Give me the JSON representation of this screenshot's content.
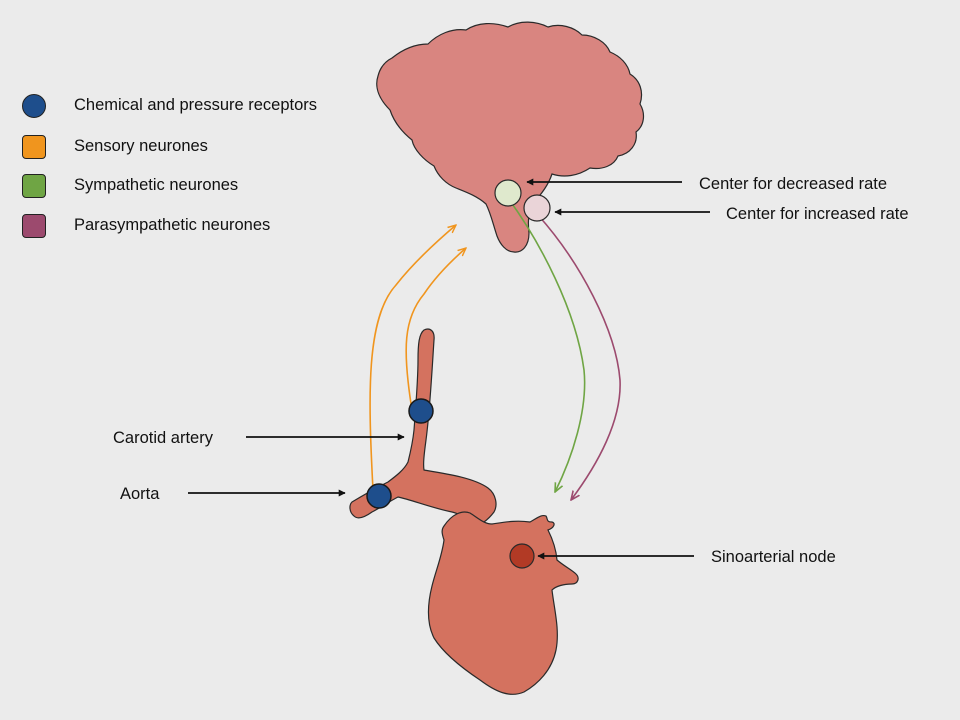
{
  "colors": {
    "background": "#ebebeb",
    "organ": "#d4725f",
    "brain": "#d98580",
    "receptor": "#1e4e8c",
    "sensory": "#f0951e",
    "sympathetic": "#6fa544",
    "parasympathetic": "#9c4a6e",
    "sa_node": "#b23a25",
    "center_decreased": "#dfe9cd",
    "center_increased": "#ead4d8"
  },
  "legend": {
    "items": [
      {
        "label": "Chemical and pressure receptors",
        "shape": "circle",
        "color": "#1e4e8c"
      },
      {
        "label": "Sensory neurones",
        "shape": "square",
        "color": "#f0951e"
      },
      {
        "label": "Sympathetic neurones",
        "shape": "square",
        "color": "#6fa544"
      },
      {
        "label": "Parasympathetic neurones",
        "shape": "square",
        "color": "#9c4a6e"
      }
    ]
  },
  "labels": {
    "center_decreased": "Center for decreased rate",
    "center_increased": "Center for increased rate",
    "carotid": "Carotid artery",
    "aorta": "Aorta",
    "sa_node": "Sinoarterial node"
  },
  "icons": {
    "brain": "brain-icon",
    "heart": "heart-icon",
    "artery": "artery-icon"
  }
}
